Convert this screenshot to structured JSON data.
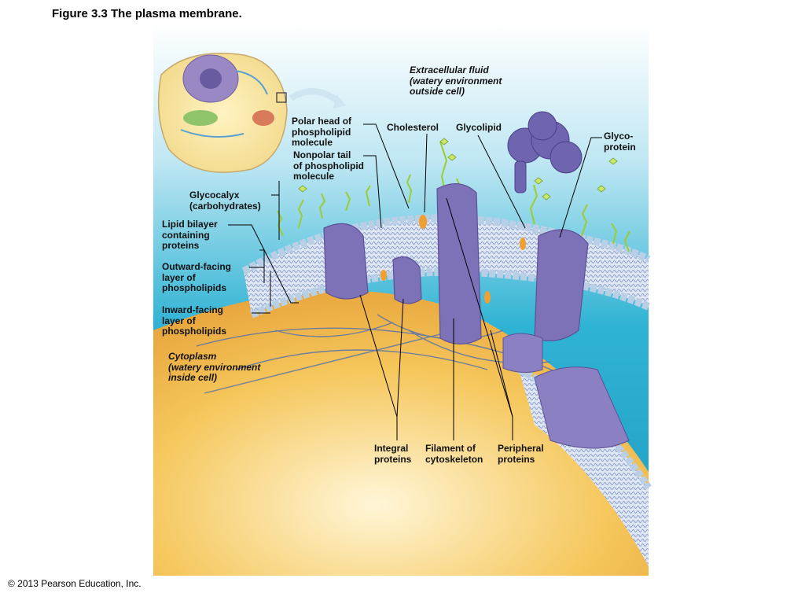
{
  "title": "Figure 3.3  The plasma membrane.",
  "copyright": "© 2013 Pearson Education, Inc.",
  "labels": {
    "extracellular": "Extracellular fluid\n(watery environment\noutside cell)",
    "polar_head": "Polar head of\nphospholipid\nmolecule",
    "cholesterol": "Cholesterol",
    "glycolipid": "Glycolipid",
    "glycoprotein": "Glyco-\nprotein",
    "nonpolar_tail": "Nonpolar tail\nof phospholipid\nmolecule",
    "glycocalyx": "Glycocalyx\n(carbohydrates)",
    "lipid_bilayer": "Lipid bilayer\ncontaining\nproteins",
    "outward": "Outward-facing\nlayer of\nphospholipids",
    "inward": "Inward-facing\nlayer of\nphospholipids",
    "cytoplasm": "Cytoplasm\n(watery environment\ninside cell)",
    "integral": "Integral\nproteins",
    "filament": "Filament of\ncytoskeleton",
    "peripheral": "Peripheral\nproteins"
  },
  "colors": {
    "extracellular": "#2fb3d4",
    "cytoplasm": "#f2b84a",
    "protein": "#7d72b8",
    "phospholipid_head": "#b8cfe6",
    "glycocalyx": "#9acd32",
    "cholesterol": "#f0a030"
  }
}
